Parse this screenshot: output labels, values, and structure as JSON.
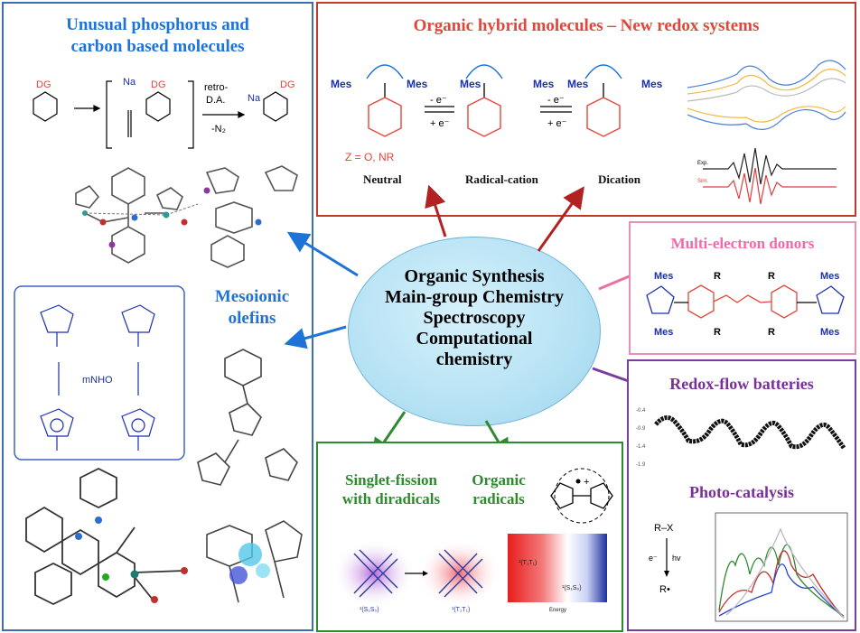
{
  "hub": {
    "lines": [
      "Organic Synthesis",
      "Main-group Chemistry",
      "Spectroscopy",
      "Computational",
      "chemistry"
    ]
  },
  "left_panel": {
    "title_line1": "Unusual phosphorus and",
    "title_line2": "carbon based molecules",
    "mesoionic_line1": "Mesoionic",
    "mesoionic_line2": "olefins",
    "scheme_labels": {
      "retro": "retro-",
      "da": "D.A.",
      "n2": "-N₂",
      "dg": "DG",
      "na": "Na",
      "mnho": "mNHO"
    }
  },
  "top_panel": {
    "title": "Organic hybrid molecules – New redox systems",
    "labels": {
      "neutral": "Neutral",
      "radical_cation": "Radical-cation",
      "dication": "Dication",
      "z_note": "Z = O, NR",
      "mes": "Mes",
      "minus_e": "- e⁻",
      "plus_e": "+ e⁻"
    },
    "spectrum_labels": {
      "exp": "Exp.",
      "sim": "Sim."
    }
  },
  "pink_panel": {
    "title": "Multi-electron  donors",
    "label_mes": "Mes",
    "label_r": "R"
  },
  "purple_panel": {
    "title1": "Redox-flow batteries",
    "title2": "Photo-catalysis",
    "yticks": [
      "-0.4",
      "-0.9",
      "-1.4",
      "-1.9"
    ],
    "scheme": {
      "rx": "R–X",
      "e": "e⁻",
      "hv": "hv",
      "r": "R•"
    }
  },
  "green_panel": {
    "title1_line1": "Singlet-fission",
    "title1_line2": "with diradicals",
    "title2_line1": "Organic",
    "title2_line2": "radicals",
    "state_labels": {
      "s1s0": "¹(S₁S₀)",
      "t1t1": "¹(T₁T₁)",
      "energy": "Energy"
    }
  },
  "colors": {
    "left": "#3b6fb0",
    "top": "#c0392b",
    "pink": "#ea8fb4",
    "purple": "#7a3d9b",
    "green": "#2e8b2e",
    "title_blue": "#1e73d8",
    "title_red": "#e0473a"
  }
}
